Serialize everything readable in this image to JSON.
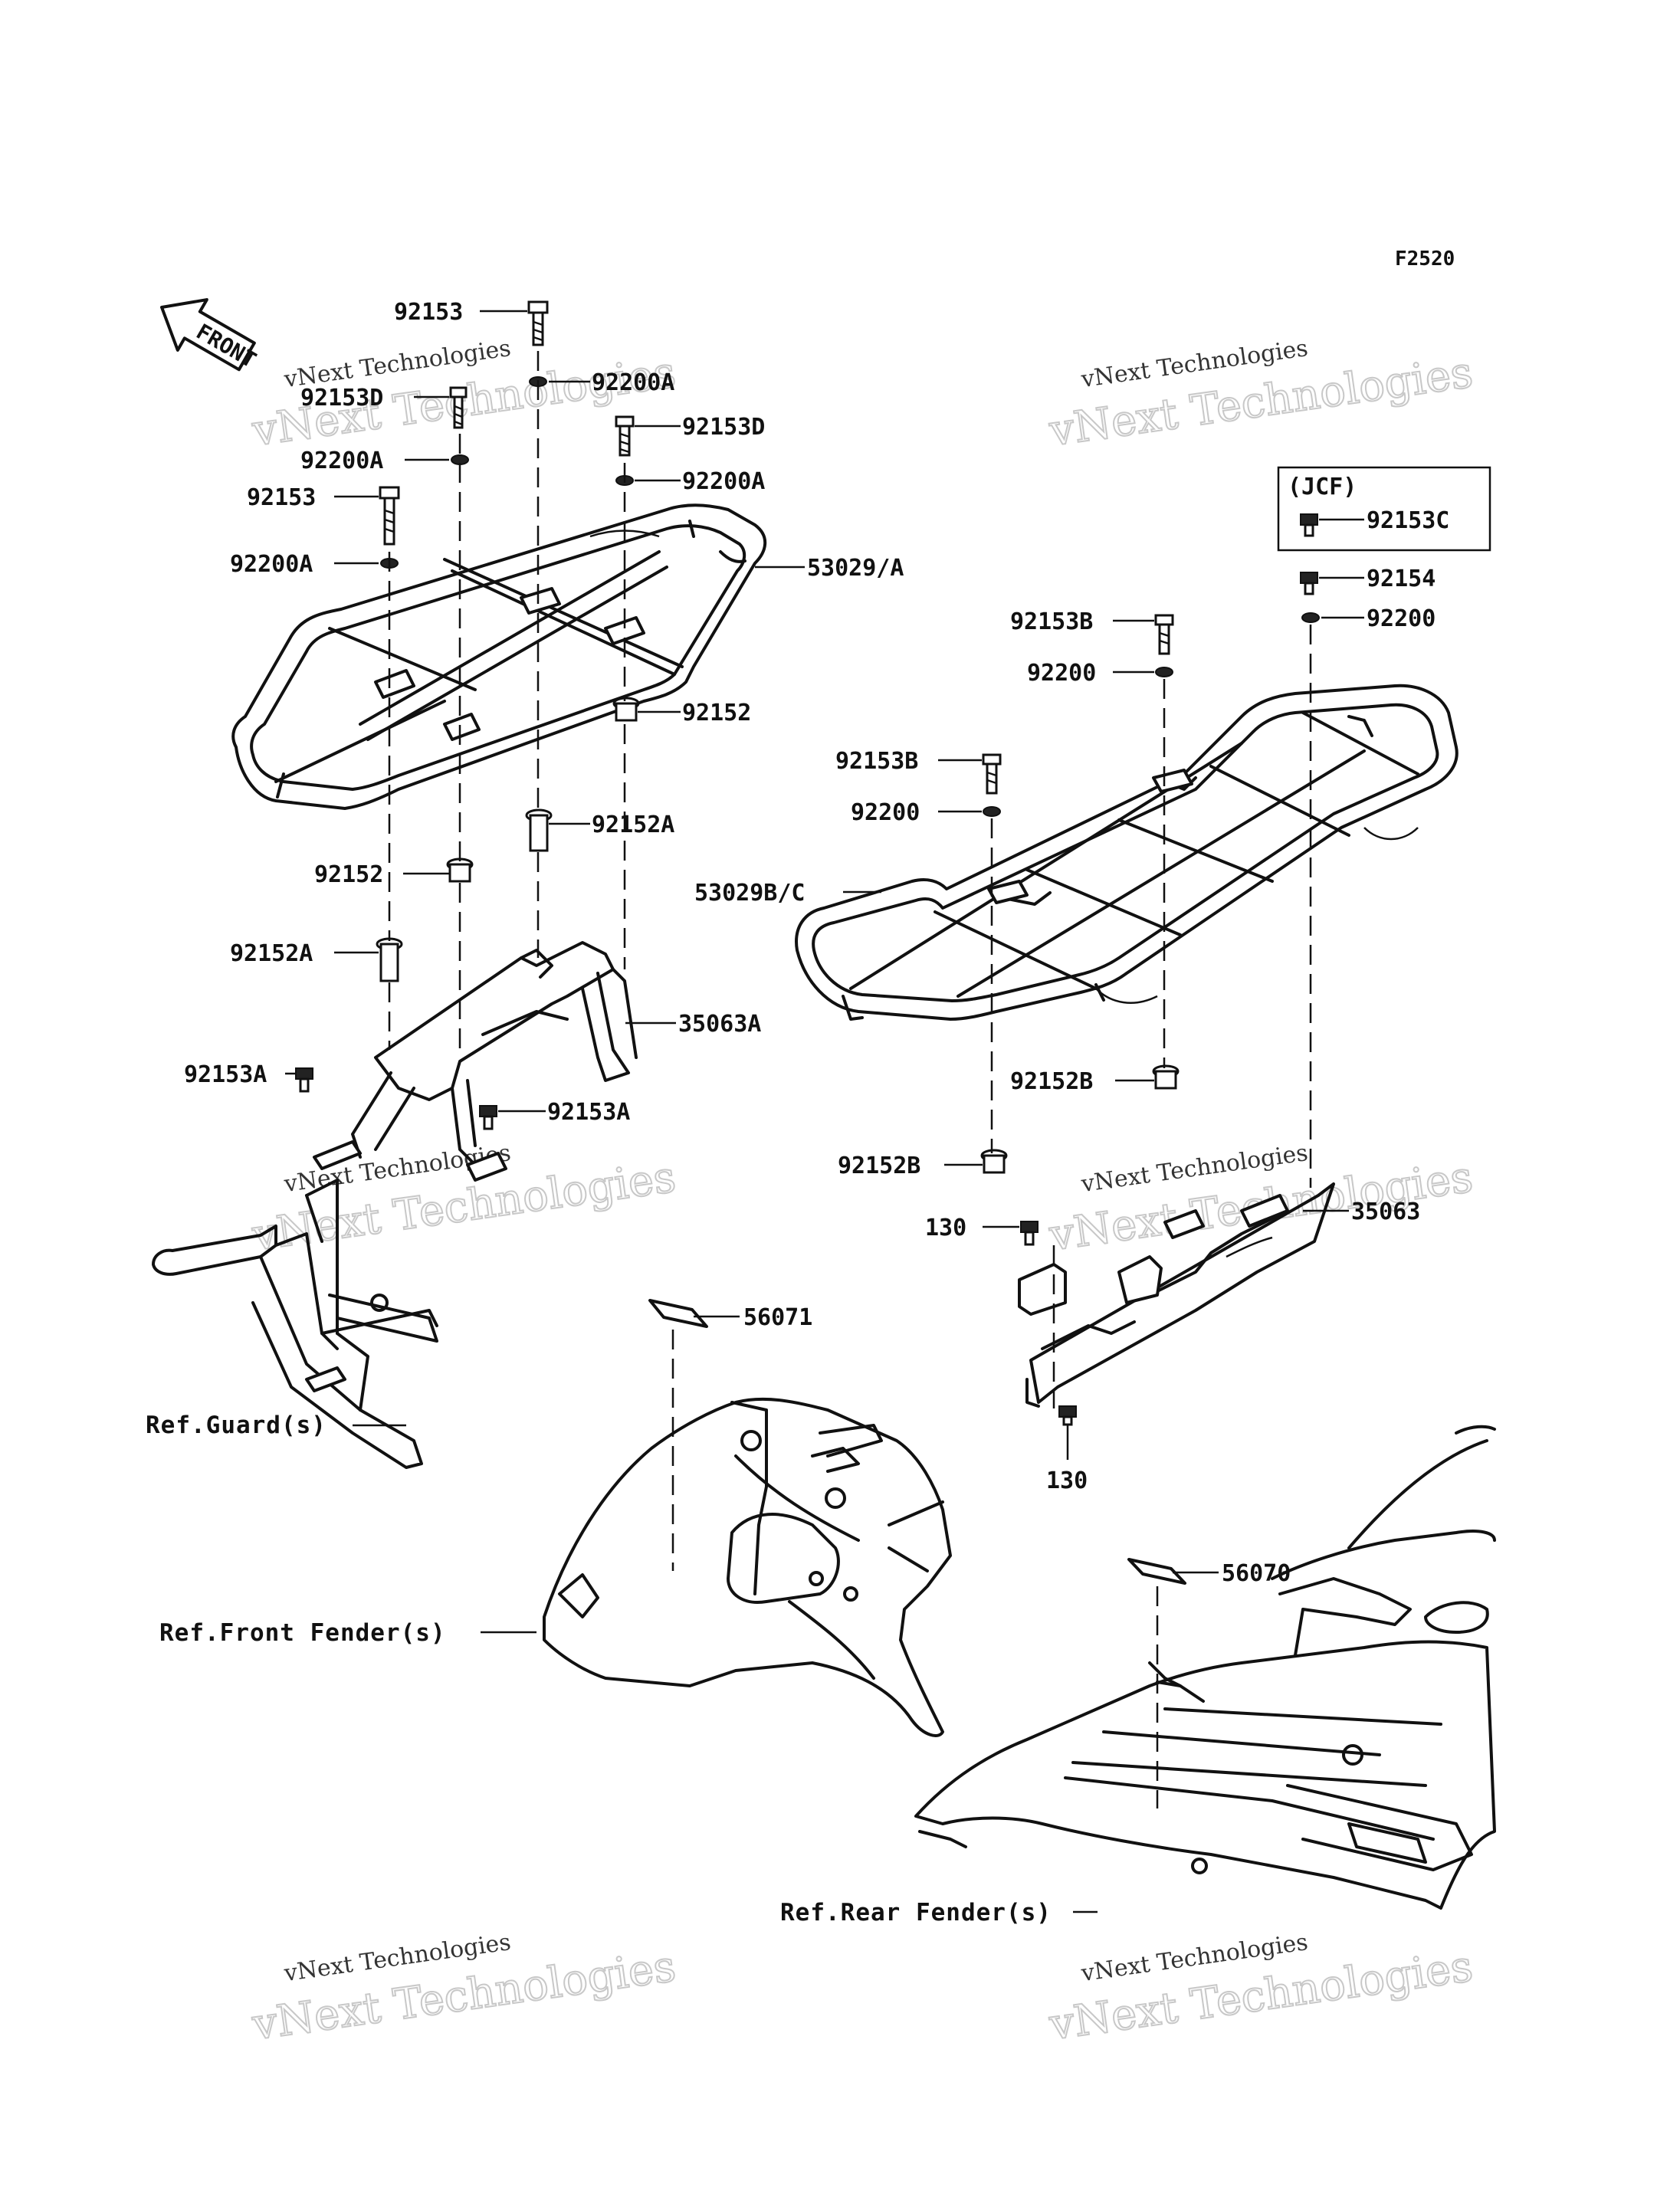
{
  "diagram_code": "F2520",
  "front_arrow_label": "FRONT",
  "jcf_box": {
    "title": "(JCF)",
    "part": "92153C"
  },
  "watermark": {
    "line1": "vNext Technologies",
    "line2": "vNext Technologies"
  },
  "callouts": [
    {
      "id": "p-92153-top",
      "label": "92153"
    },
    {
      "id": "p-92200a-1",
      "label": "92200A"
    },
    {
      "id": "p-92153d-1",
      "label": "92153D"
    },
    {
      "id": "p-92153d-2",
      "label": "92153D"
    },
    {
      "id": "p-92200a-2",
      "label": "92200A"
    },
    {
      "id": "p-92200a-3",
      "label": "92200A"
    },
    {
      "id": "p-92153-mid",
      "label": "92153"
    },
    {
      "id": "p-92200a-4",
      "label": "92200A"
    },
    {
      "id": "p-53029a",
      "label": "53029/A"
    },
    {
      "id": "p-92152-1",
      "label": "92152"
    },
    {
      "id": "p-92152a-1",
      "label": "92152A"
    },
    {
      "id": "p-92152-2",
      "label": "92152"
    },
    {
      "id": "p-92152a-2",
      "label": "92152A"
    },
    {
      "id": "p-35063a",
      "label": "35063A"
    },
    {
      "id": "p-92153a-1",
      "label": "92153A"
    },
    {
      "id": "p-92153a-2",
      "label": "92153A"
    },
    {
      "id": "p-92154",
      "label": "92154"
    },
    {
      "id": "p-92200-1",
      "label": "92200"
    },
    {
      "id": "p-92153b-1",
      "label": "92153B"
    },
    {
      "id": "p-92200-2",
      "label": "92200"
    },
    {
      "id": "p-92153b-2",
      "label": "92153B"
    },
    {
      "id": "p-92200-3",
      "label": "92200"
    },
    {
      "id": "p-53029bc",
      "label": "53029B/C"
    },
    {
      "id": "p-92152b-1",
      "label": "92152B"
    },
    {
      "id": "p-92152b-2",
      "label": "92152B"
    },
    {
      "id": "p-35063",
      "label": "35063"
    },
    {
      "id": "p-130-1",
      "label": "130"
    },
    {
      "id": "p-130-2",
      "label": "130"
    },
    {
      "id": "p-56071",
      "label": "56071"
    },
    {
      "id": "p-56070",
      "label": "56070"
    }
  ],
  "references": {
    "guard": "Ref.Guard(s)",
    "front_fender": "Ref.Front Fender(s)",
    "rear_fender": "Ref.Rear Fender(s)"
  }
}
